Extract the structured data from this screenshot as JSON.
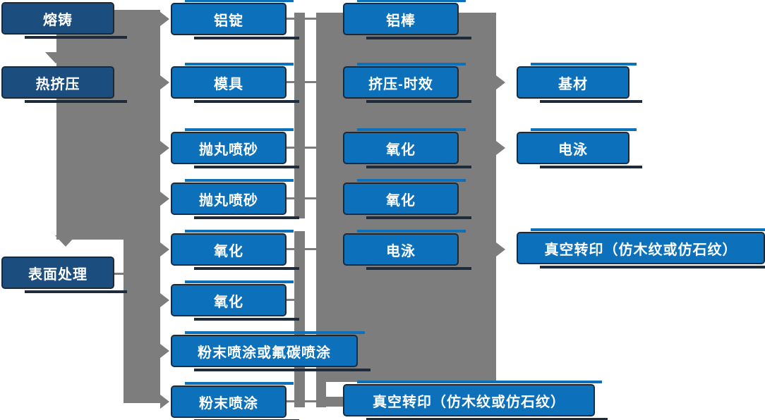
{
  "diagram_title": "aluminium-profile-process-flow",
  "columns": [
    {
      "id": "stages",
      "items": [
        {
          "label": "熔铸"
        },
        {
          "label": "热挤压"
        },
        {
          "label": "表面处理"
        }
      ]
    },
    {
      "id": "process_line_1",
      "items": [
        {
          "label": "铝锭"
        },
        {
          "label": "模具"
        },
        {
          "label": "抛丸喷砂"
        },
        {
          "label": "抛丸喷砂"
        },
        {
          "label": "氧化"
        },
        {
          "label": "氧化"
        },
        {
          "label": "粉末喷涂或氟碳喷涂"
        },
        {
          "label": "粉末喷涂"
        }
      ]
    },
    {
      "id": "process_line_2",
      "items": [
        {
          "label": "铝棒"
        },
        {
          "label": "挤压-时效"
        },
        {
          "label": "氧化"
        },
        {
          "label": "氧化"
        },
        {
          "label": "电泳"
        },
        {
          "label": "真空转印（仿木纹或仿石纹）"
        }
      ]
    },
    {
      "id": "outputs",
      "items": [
        {
          "label": "基材"
        },
        {
          "label": "电泳"
        },
        {
          "label": "真空转印（仿木纹或仿石纹）"
        }
      ]
    }
  ],
  "arrow_targets": {
    "down_arrows_into": [
      "热挤压",
      "表面处理"
    ],
    "right_arrows_from_left_band_into": [
      "铝锭",
      "模具",
      "抛丸喷砂",
      "抛丸喷砂",
      "氧化",
      "氧化",
      "粉末喷涂或氟碳喷涂",
      "粉末喷涂"
    ],
    "right_arrows_from_main_block_into": [
      "基材",
      "电泳",
      "真空转印（仿木纹或仿石纹）"
    ]
  },
  "colors": {
    "node_blue": "#0c70ba",
    "node_dark_blue": "#1b4e7e",
    "node_border": "#1c2a38",
    "connector_gray": "#7d7d7d",
    "text": "#ffffff",
    "background": "#ffffff"
  }
}
